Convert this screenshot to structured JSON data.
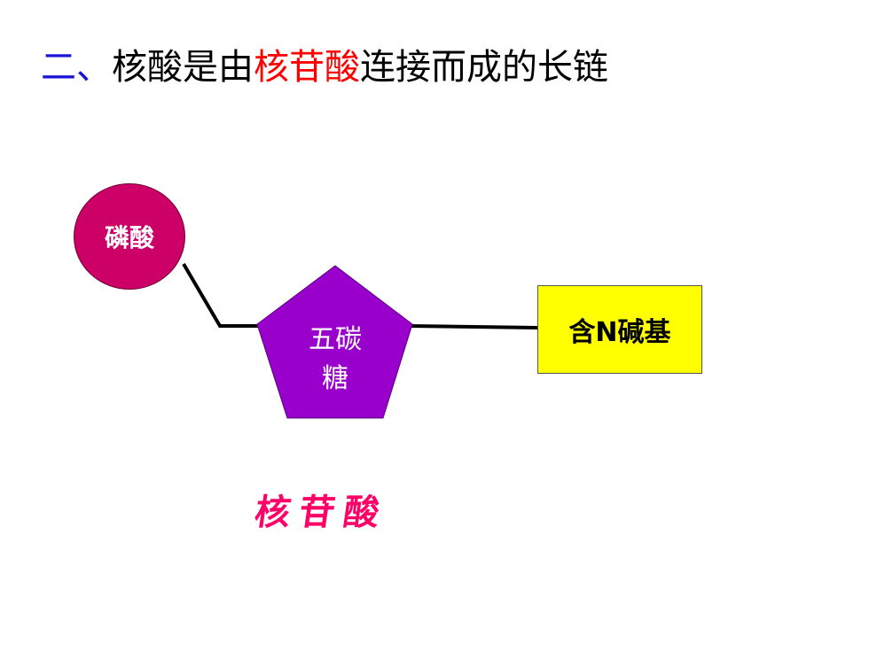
{
  "title": {
    "number": "二、",
    "part1": "核酸是由",
    "highlight": "核苷酸",
    "part2": "连接而成的长链"
  },
  "diagram": {
    "phosphate": "磷酸",
    "sugar_line1": "五碳",
    "sugar_line2": "糖",
    "base": "含N碱基"
  },
  "caption": "核苷酸",
  "colors": {
    "title_number": "#1a14d4",
    "highlight": "#ff0000",
    "phosphate_fill": "#cc0066",
    "sugar_fill": "#9900cc",
    "base_fill": "#ffff00",
    "caption": "#ff0066"
  }
}
